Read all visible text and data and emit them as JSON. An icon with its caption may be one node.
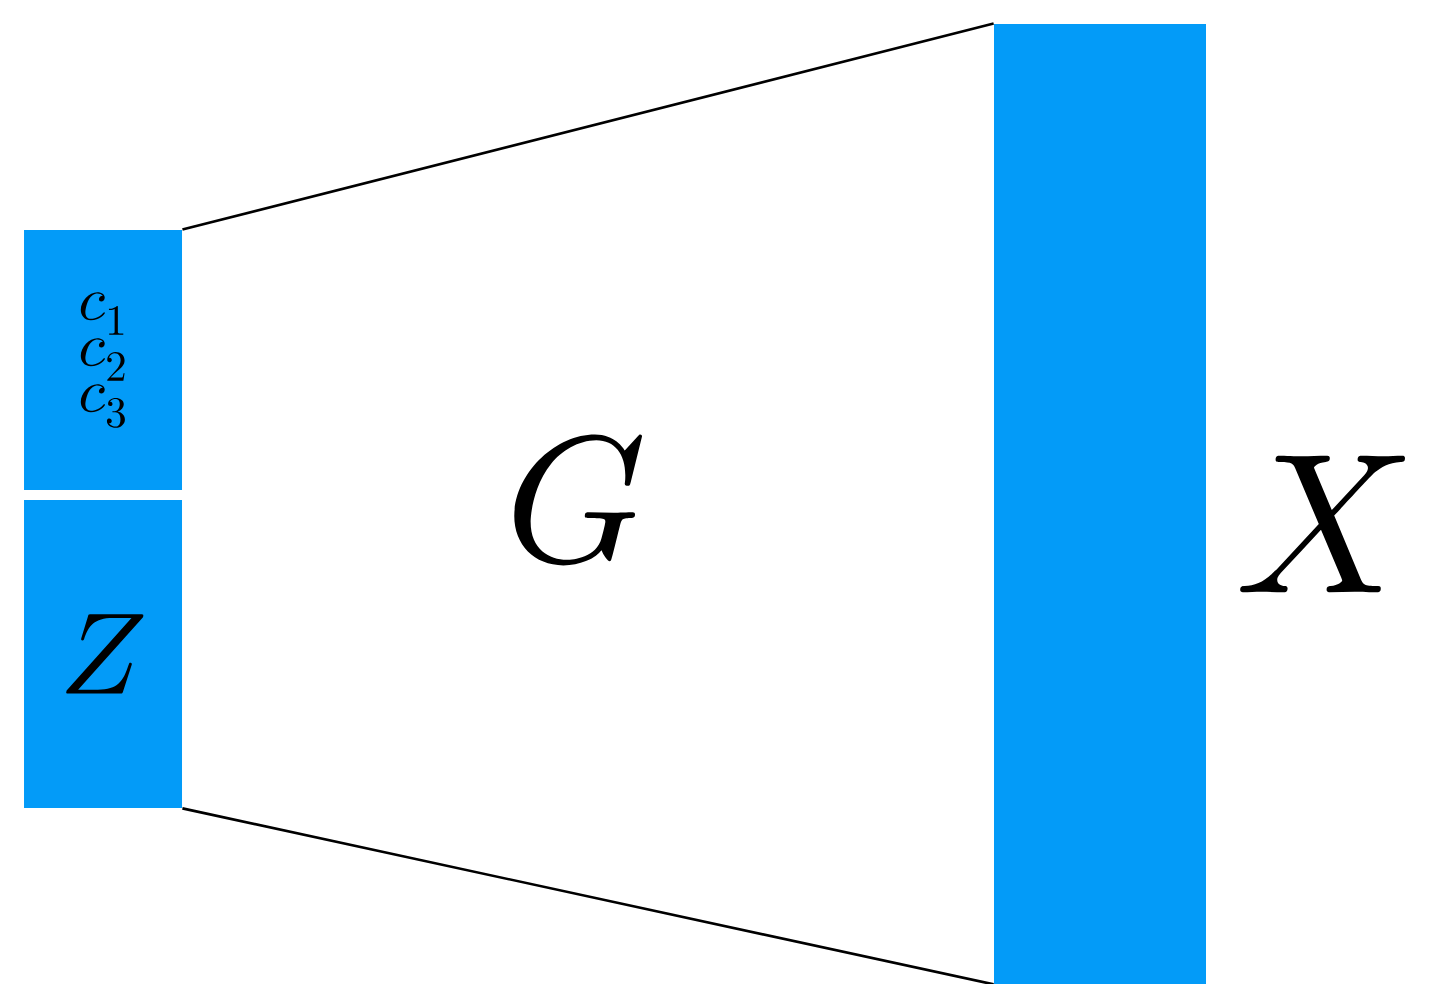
{
  "diagram": {
    "nodes": [
      {
        "text": [
          "c_1",
          "c_2",
          "c_3"
        ]
      },
      {
        "text": [
          "Z"
        ]
      },
      {
        "text": [],
        "shape": "bar",
        "beside": [
          "X"
        ]
      }
    ],
    "edges": [
      {
        "from": 0,
        "to": 2,
        "arrow": "none"
      },
      {
        "from": 1,
        "to": 2,
        "arrow": "none"
      }
    ],
    "labels": [
      "G"
    ]
  }
}
